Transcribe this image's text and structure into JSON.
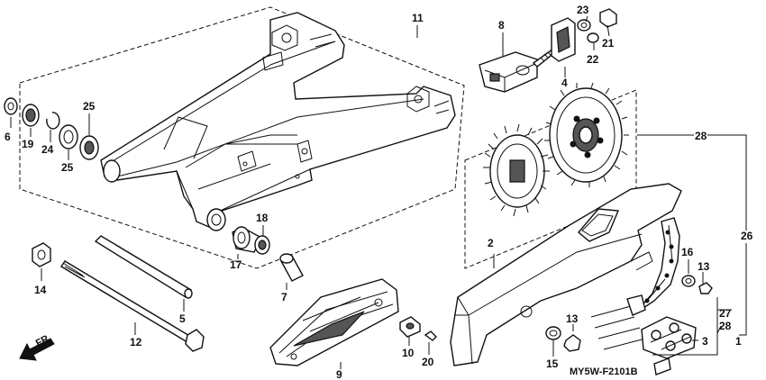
{
  "diagram_code": "MY5W-F2101B",
  "direction_label": "FR.",
  "callouts": {
    "c1": "1",
    "c2": "2",
    "c3": "3",
    "c4": "4",
    "c5": "5",
    "c6": "6",
    "c7": "7",
    "c8": "8",
    "c9": "9",
    "c10": "10",
    "c11": "11",
    "c12": "12",
    "c13a": "13",
    "c13b": "13",
    "c14": "14",
    "c15": "15",
    "c16": "16",
    "c17": "17",
    "c18": "18",
    "c19": "19",
    "c20": "20",
    "c21": "21",
    "c22": "22",
    "c23": "23",
    "c24": "24",
    "c25a": "25",
    "c25b": "25",
    "c26": "26",
    "c27": "27",
    "c28a": "28",
    "c28b": "28"
  }
}
